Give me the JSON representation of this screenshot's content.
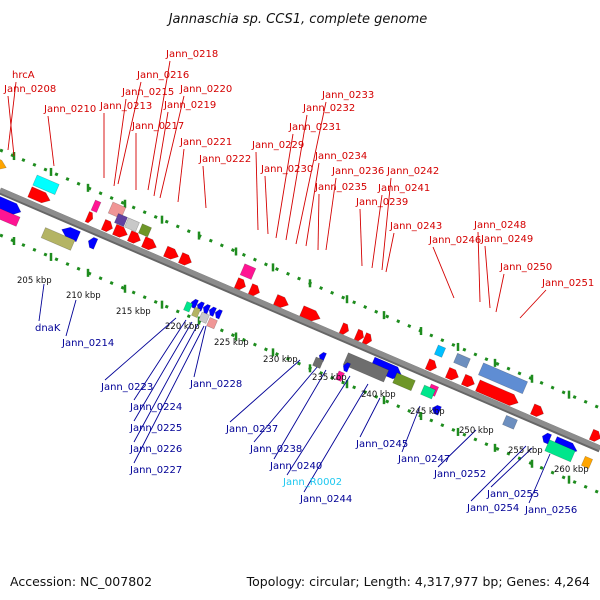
{
  "title": "Jannaschia sp. CCS1, complete genome",
  "accession": "Accession: NC_007802",
  "topology": "Topology: circular; Length: 4,317,977 bp; Genes: 4,264",
  "colors": {
    "upper_label": "#d40000",
    "lower_label": "#000096",
    "rna_label": "#1ec8f0",
    "backbone": "#8c8c8c",
    "track_dots": "#1e8c1e"
  },
  "kbp_ticks": [
    "205 kbp",
    "210 kbp",
    "215 kbp",
    "220 kbp",
    "225 kbp",
    "230 kbp",
    "235 kbp",
    "240 kbp",
    "245 kbp",
    "250 kbp",
    "255 kbp",
    "260 kbp"
  ],
  "upper_labels": [
    "hrcA",
    "Jann_0208",
    "Jann_0210",
    "Jann_0213",
    "Jann_0215",
    "Jann_0216",
    "Jann_0217",
    "Jann_0218",
    "Jann_0219",
    "Jann_0220",
    "Jann_0221",
    "Jann_0222",
    "Jann_0229",
    "Jann_0230",
    "Jann_0231",
    "Jann_0232",
    "Jann_0233",
    "Jann_0234",
    "Jann_0235",
    "Jann_0236",
    "Jann_0239",
    "Jann_0241",
    "Jann_0242",
    "Jann_0243",
    "Jann_0246",
    "Jann_0248",
    "Jann_0249",
    "Jann_0250",
    "Jann_0251"
  ],
  "lower_labels": [
    "dnaK",
    "Jann_0214",
    "Jann_0223",
    "Jann_0224",
    "Jann_0225",
    "Jann_0226",
    "Jann_0227",
    "Jann_0228",
    "Jann_0237",
    "Jann_0238",
    "Jann_0240",
    "Jann_R0002",
    "Jann_0244",
    "Jann_0245",
    "Jann_0247",
    "Jann_0252",
    "Jann_0254",
    "Jann_0255",
    "Jann_0256"
  ]
}
